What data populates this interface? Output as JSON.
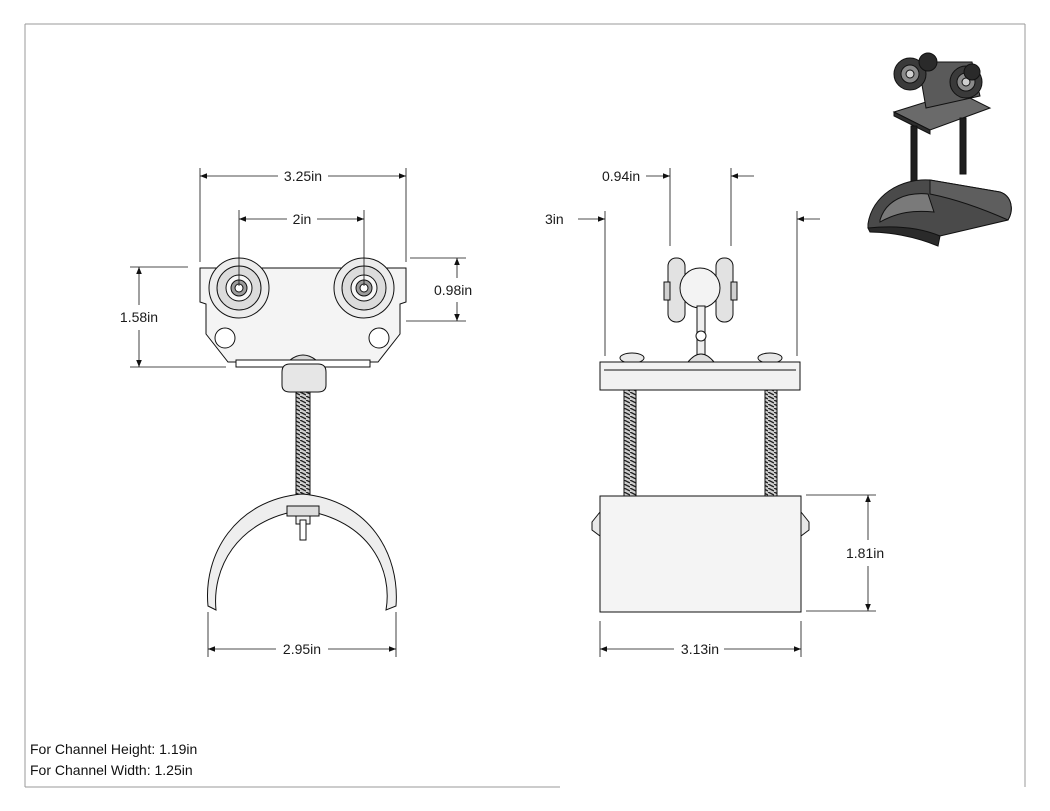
{
  "front_view": {
    "overall_width": "3.25in",
    "wheel_spacing": "2in",
    "body_height": "1.58in",
    "wheel_height": "0.98in",
    "clamp_width": "2.95in"
  },
  "side_view": {
    "wheel_width": "0.94in",
    "plate_width": "3in",
    "clamp_height": "1.81in",
    "clamp_length": "3.13in"
  },
  "notes": {
    "channel_height": "For Channel Height: 1.19in",
    "channel_width": "For Channel Width: 1.25in"
  }
}
